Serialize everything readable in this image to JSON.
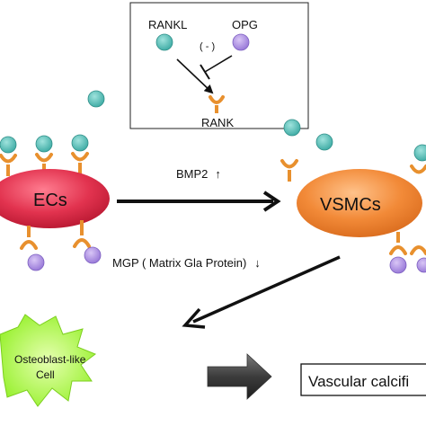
{
  "legend_box": {
    "ligand_label": "RANKL",
    "decoy_label": "OPG",
    "inhibit_label": "( - )",
    "receptor_label": "RANK"
  },
  "cells": {
    "endothelial_label": "ECs",
    "vsmc_label": "VSMCs",
    "osteoblast_label_line1": "Osteoblast-like",
    "osteoblast_label_line2": "Cell"
  },
  "arrows": {
    "bmp2_label": "BMP2",
    "bmp2_direction": "↑",
    "mgp_label": "MGP ( Matrix Gla Protein)",
    "mgp_direction": "↓"
  },
  "outcome": {
    "label": "Vascular calcifi"
  },
  "colors": {
    "rankl": "#4fbdb6",
    "opg": "#ad8de3",
    "rank": "#e8902e",
    "ecs": "#e2334f",
    "vsmcs": "#f28a38",
    "osteoblast": "#a8ff3a"
  }
}
